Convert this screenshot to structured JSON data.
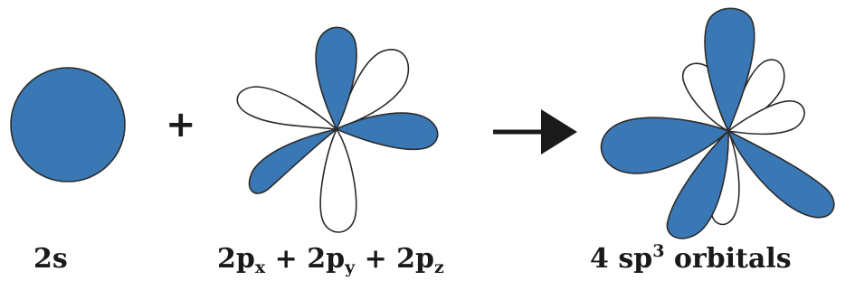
{
  "colors": {
    "orbital_fill": "#3a78b5",
    "outline": "#2b2b2b",
    "text": "#1a1a1a",
    "background": "#ffffff"
  },
  "operators": {
    "plus": "+",
    "arrow": "arrow-right-icon"
  },
  "labels": {
    "s_orbital": {
      "main": "2s"
    },
    "p_orbitals": {
      "px_main": "2p",
      "px_sub": "x",
      "join1": " + ",
      "py_main": "2p",
      "py_sub": "y",
      "join2": " + ",
      "pz_main": "2p",
      "pz_sub": "z"
    },
    "hybrid": {
      "count": "4 sp",
      "sup": "3",
      "word": " orbitals"
    }
  }
}
